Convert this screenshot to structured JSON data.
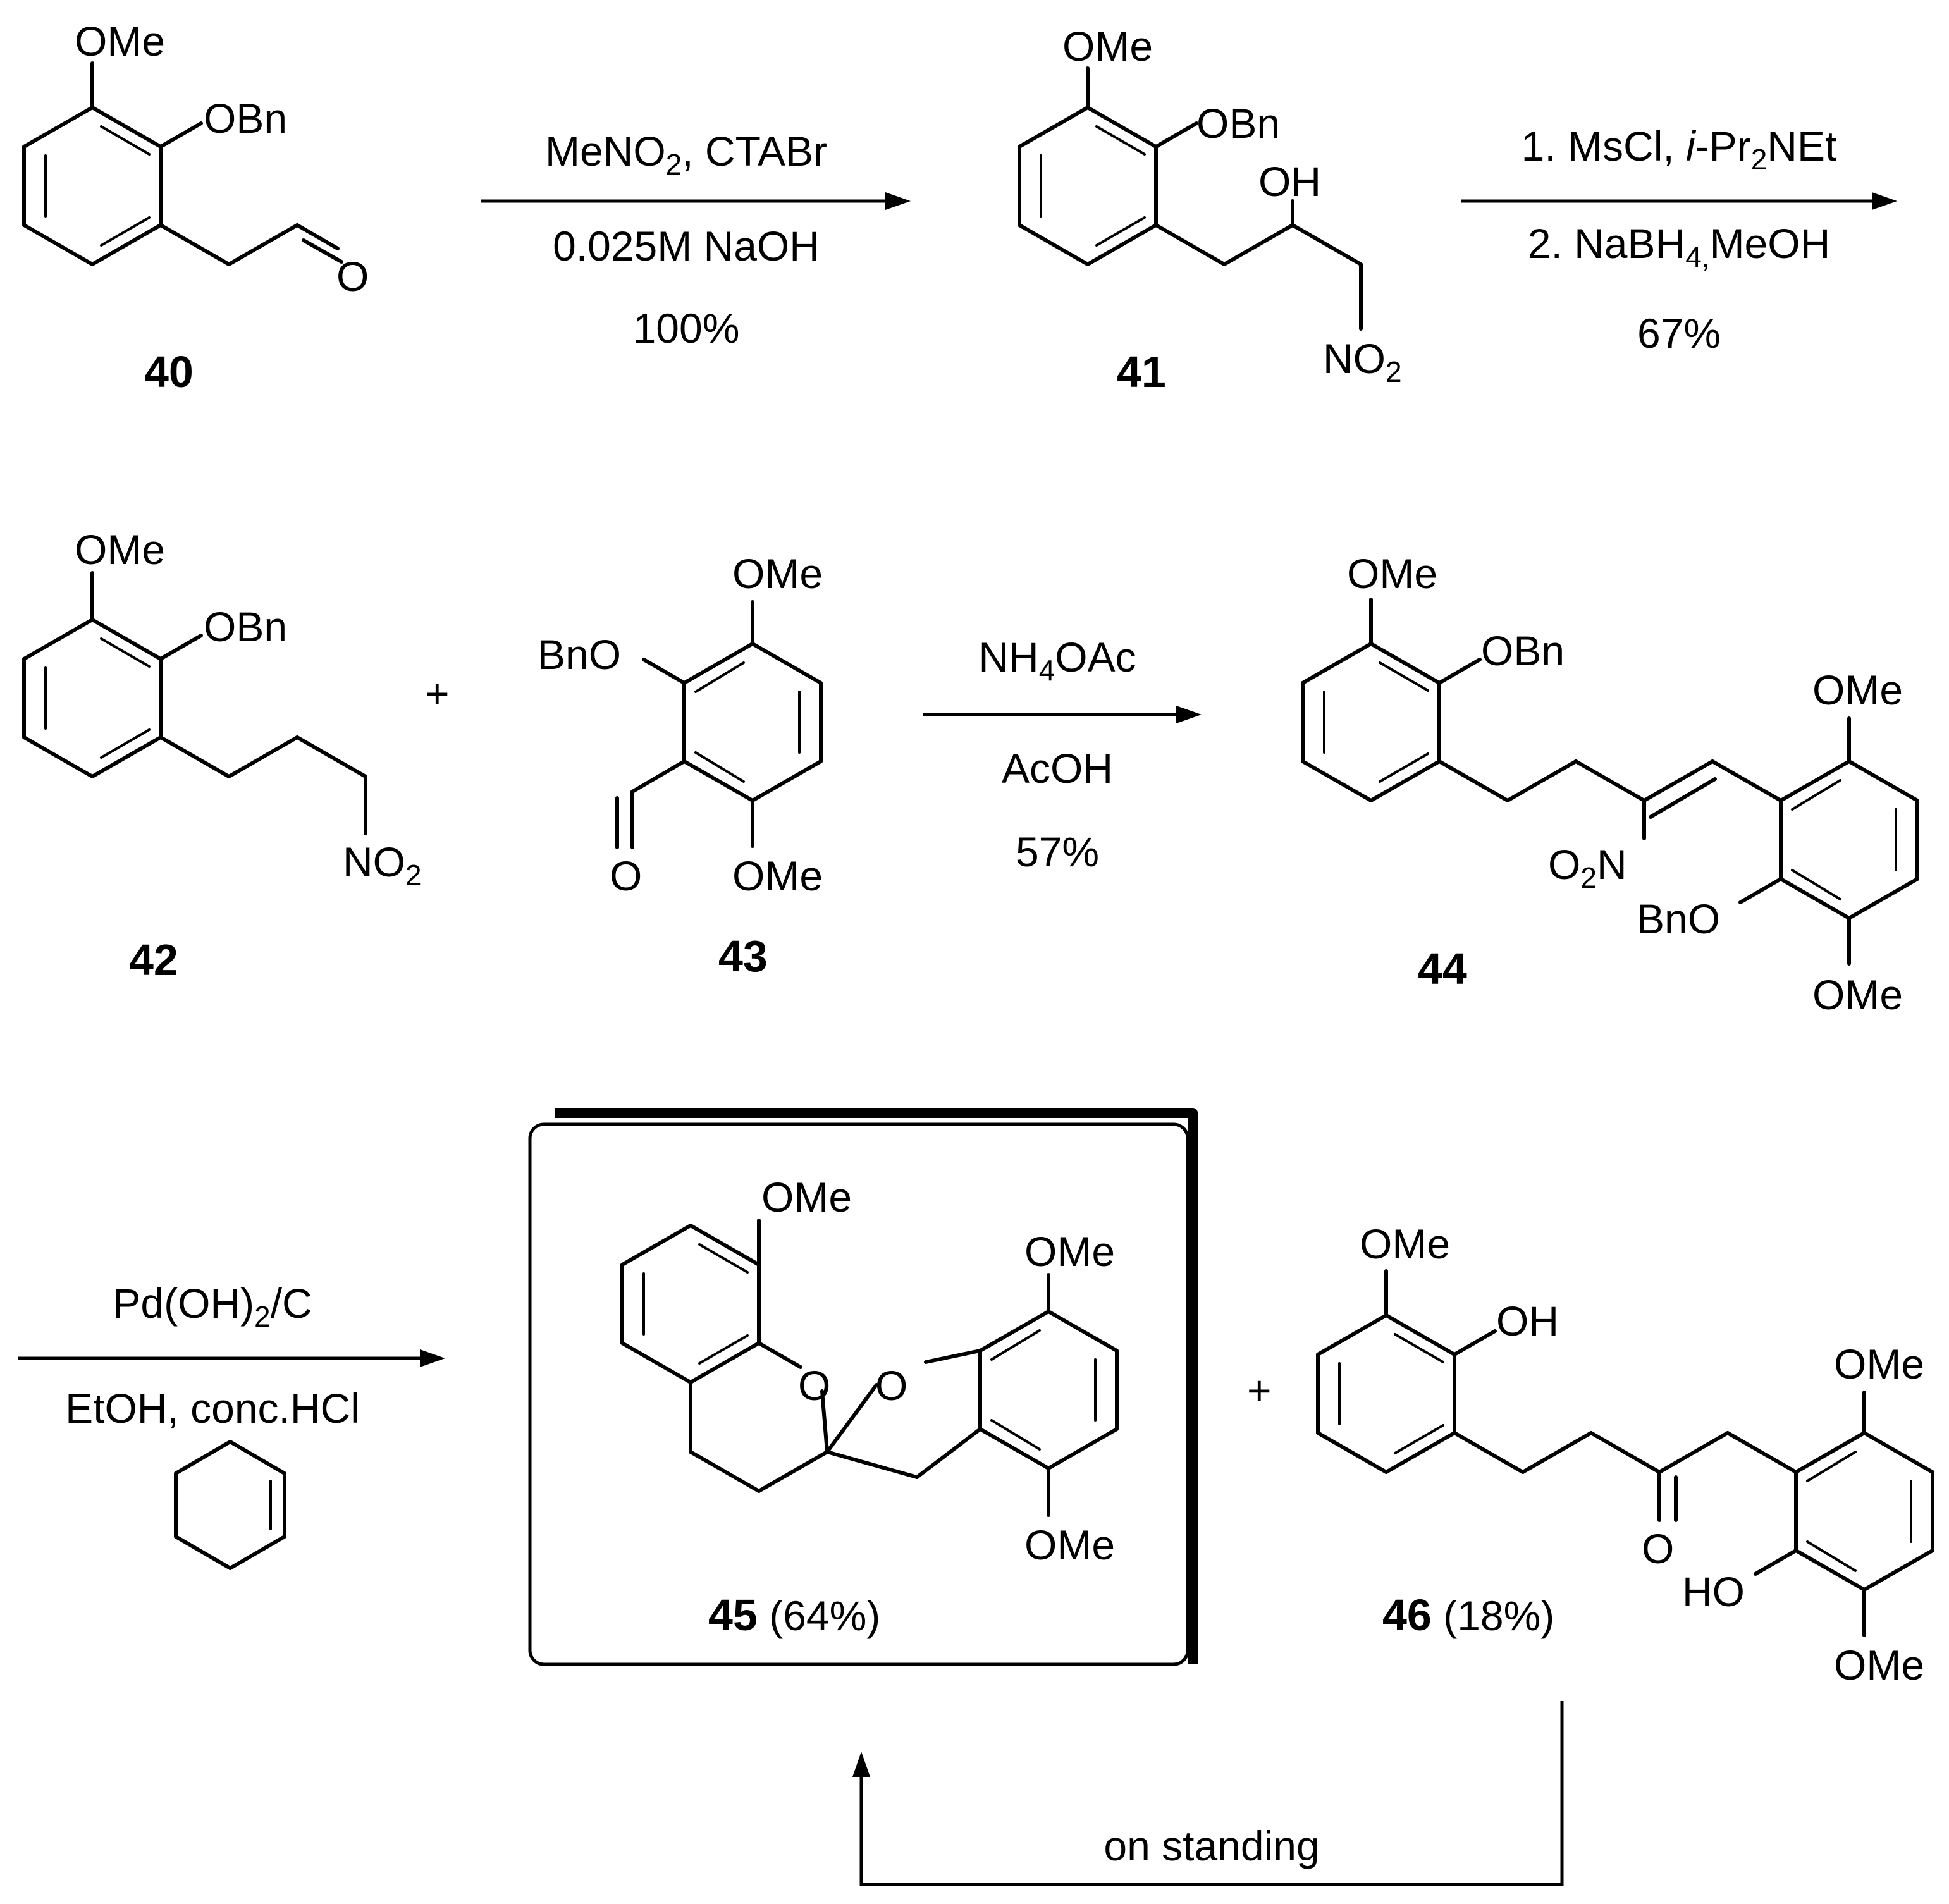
{
  "compounds": {
    "c40": {
      "number": "40",
      "ome": "OMe",
      "obn": "OBn",
      "o": "O"
    },
    "c41": {
      "number": "41",
      "ome": "OMe",
      "obn": "OBn",
      "oh": "OH",
      "no2": "NO",
      "no2_sub": "2"
    },
    "c42": {
      "number": "42",
      "ome": "OMe",
      "obn": "OBn",
      "no2": "NO",
      "no2_sub": "2"
    },
    "c43": {
      "number": "43",
      "ome_top": "OMe",
      "bno": "BnO",
      "o": "O",
      "ome_bottom": "OMe"
    },
    "c44": {
      "number": "44",
      "ome1": "OMe",
      "obn": "OBn",
      "o2n_a": "O",
      "o2n_sub": "2",
      "o2n_b": "N",
      "ome2": "OMe",
      "bno": "BnO",
      "ome3": "OMe"
    },
    "c45": {
      "number": "45",
      "yield": " (64%)",
      "ome1": "OMe",
      "o_ring1": "O",
      "o_ring2": "O",
      "ome2": "OMe",
      "ome3": "OMe"
    },
    "c46": {
      "number": "46",
      "yield": " (18%)",
      "ome1": "OMe",
      "oh": "OH",
      "o": "O",
      "ome2": "OMe",
      "ho": "HO",
      "ome3": "OMe"
    }
  },
  "plus_signs": {
    "p1": "+",
    "p2": "+"
  },
  "reactions": {
    "r1": {
      "line1_a": "MeNO",
      "line1_sub": "2",
      "line1_b": ", CTABr",
      "line2": "0.025M NaOH",
      "yield": "100%"
    },
    "r2": {
      "line1_a": "1. MsCl, ",
      "line1_ital": "i",
      "line1_b": "-Pr",
      "line1_sub": "2",
      "line1_c": "NEt",
      "line2_a": "2. NaBH",
      "line2_sub": "4,",
      "line2_b": "MeOH",
      "yield": "67%"
    },
    "r3": {
      "line1_a": "NH",
      "line1_sub": "4",
      "line1_b": "OAc",
      "line2": "AcOH",
      "yield": "57%"
    },
    "r4": {
      "line1_a": "Pd(OH)",
      "line1_sub": "2",
      "line1_b": "/C",
      "line2": "EtOH, conc.HCl"
    }
  },
  "standing_label": "on standing"
}
